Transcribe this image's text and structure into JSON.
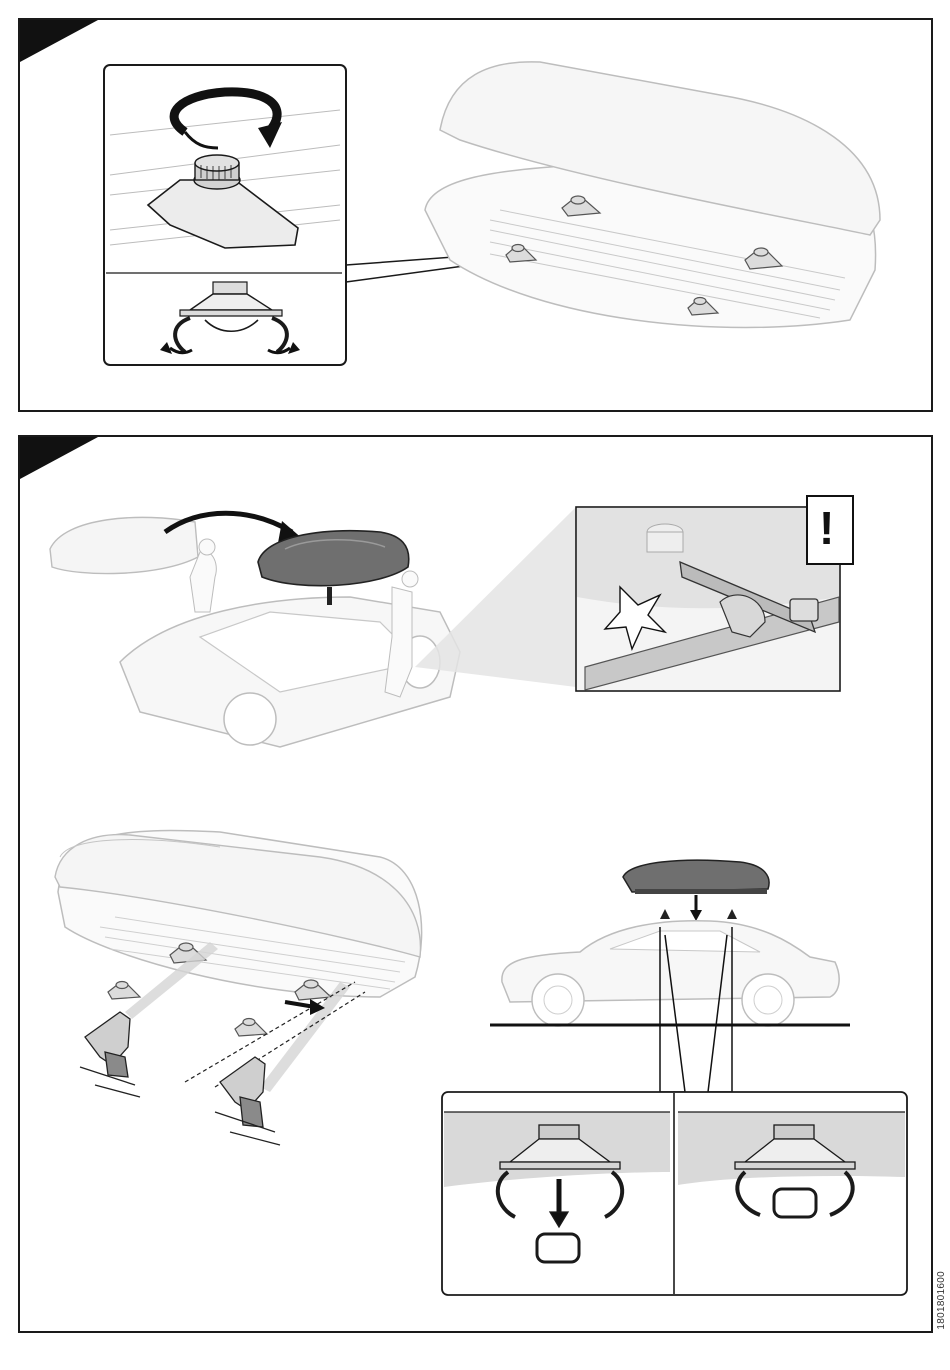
{
  "document": {
    "code": "1801801600",
    "warning_symbol": "!"
  },
  "colors": {
    "ink": "#1a1a1a",
    "soft_line": "#b5b5b5",
    "fill_light": "#f4f4f4",
    "fill_grey": "#d9d9d9",
    "box_dark": "#6f6f6f"
  },
  "steps": [
    {
      "icon": "corner-step-marker"
    },
    {
      "icon": "corner-step-marker"
    }
  ],
  "icons": {
    "rotate": "rotation-arrow-icon",
    "arrow": "arrow-icon",
    "warning": "exclamation-icon"
  }
}
